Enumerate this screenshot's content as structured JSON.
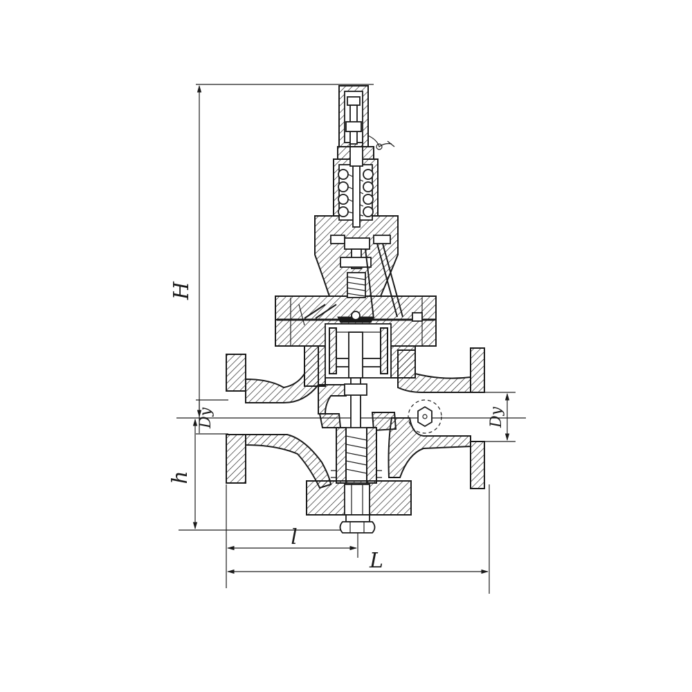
{
  "drawing": {
    "labels": {
      "overall_height": "H",
      "lower_height": "h",
      "nominal_diameter": "Dy",
      "half_length": "l",
      "overall_length": "L"
    },
    "line_color": "#1a1a1a",
    "background": "#ffffff"
  }
}
